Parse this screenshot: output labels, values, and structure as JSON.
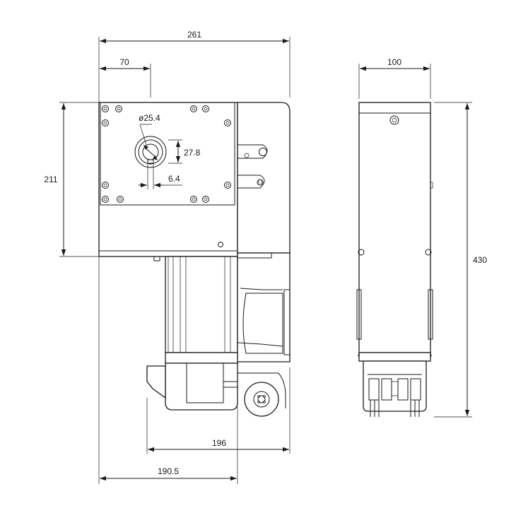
{
  "dimensions": {
    "overall_width": "261",
    "shaft_offset": "70",
    "side_depth": "100",
    "upper_height": "211",
    "total_height": "430",
    "shaft_diameter": "ø25.4",
    "shaft_key_height": "27.8",
    "key_width": "6.4",
    "lower_width": "196",
    "base_offset": "190.5"
  }
}
